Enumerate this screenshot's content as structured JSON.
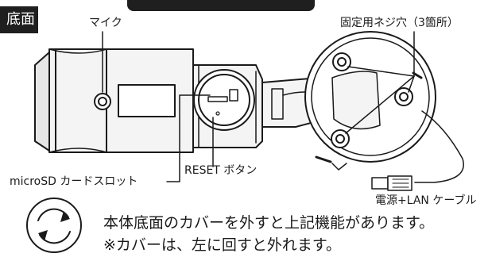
{
  "section_tag": "底面",
  "labels": {
    "mic": "マイク",
    "fixing_holes": "固定用ネジ穴（3箇所）",
    "microsd_slot": "microSD カードスロット",
    "reset_button": "RESET ボタン",
    "power_lan_cable": "電源+LAN ケーブル"
  },
  "caption": {
    "line1": "本体底面のカバーを外すと上記機能があります。",
    "line2": "※カバーは、左に回すと外れます。"
  },
  "colors": {
    "ink": "#1a1a1a",
    "tag_bg": "#1f1f1f",
    "body_fill": "#f4f4f4"
  },
  "icons": {
    "rotate": "rotate-arrows-icon"
  }
}
